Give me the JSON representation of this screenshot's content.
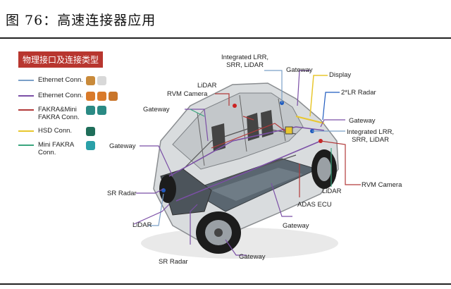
{
  "title": "图 76：高速连接器应用",
  "legend": {
    "title": "物理接口及连接类型",
    "items": [
      {
        "label": "Ethernet Conn.",
        "color": "#7aa0c8"
      },
      {
        "label": "Ethernet Conn.",
        "color": "#7b4fa6"
      },
      {
        "label": "FAKRA&Mini FAKRA Conn.",
        "color": "#b23a3a"
      },
      {
        "label": "HSD Conn.",
        "color": "#e8c72e"
      },
      {
        "label": "Mini FAKRA Conn.",
        "color": "#3aa57e"
      }
    ]
  },
  "callouts": {
    "integrated_lrr_top": "Integrated LRR,\nSRR, LiDAR",
    "gateway_top": "Gateway",
    "display": "Display",
    "lr_radar": "2*LR Radar",
    "gateway_right": "Gateway",
    "integrated_lrr_right": "Integrated LRR,\nSRR, LiDAR",
    "lidar_top": "LiDAR",
    "rvm_camera_left": "RVM Camera",
    "gateway_left_upper": "Gateway",
    "gateway_left": "Gateway",
    "sr_radar_left": "SR Radar",
    "lidar_bottom_left": "LiDAR",
    "sr_radar_bottom": "SR Radar",
    "gateway_bottom": "Gateway",
    "gateway_bottom_mid": "Gateway",
    "adas_ecu": "ADAS ECU",
    "lidar_right": "LiDAR",
    "rvm_camera_right": "RVM Camera"
  }
}
